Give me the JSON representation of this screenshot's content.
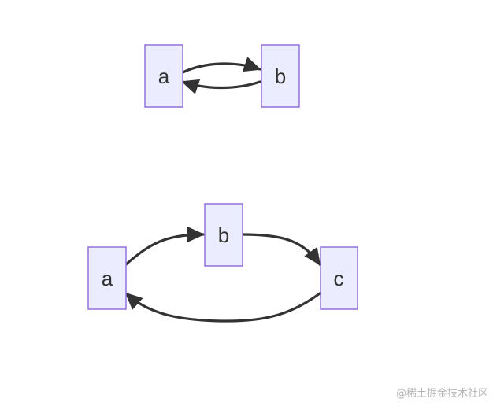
{
  "diagram1": {
    "nodes": {
      "a": "a",
      "b": "b"
    },
    "edges": [
      {
        "from": "a",
        "to": "b"
      },
      {
        "from": "b",
        "to": "a"
      }
    ]
  },
  "diagram2": {
    "nodes": {
      "a": "a",
      "b": "b",
      "c": "c"
    },
    "edges": [
      {
        "from": "a",
        "to": "b"
      },
      {
        "from": "b",
        "to": "c"
      },
      {
        "from": "c",
        "to": "a"
      }
    ]
  },
  "watermark": "@稀土掘金技术社区",
  "colors": {
    "node_fill": "#ececff",
    "node_stroke": "#9370db",
    "edge": "#333333",
    "text": "#333333"
  }
}
